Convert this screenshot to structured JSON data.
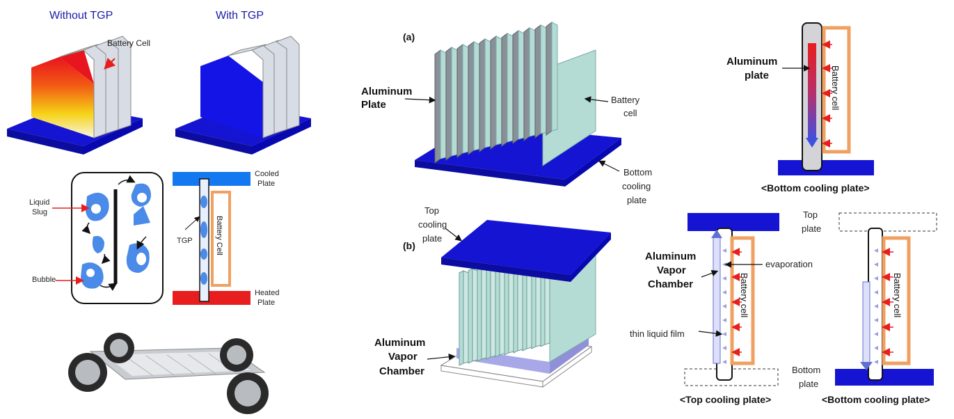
{
  "left_panel": {
    "title_without": "Without TGP",
    "title_with": "With TGP",
    "battery_cell_label": "Battery Cell",
    "cooled_plate_line1": "Cooled",
    "cooled_plate_line2": "Plate",
    "heated_plate_line1": "Heated",
    "heated_plate_line2": "Plate",
    "liquid_slug_line1": "Liquid",
    "liquid_slug_line2": "Slug",
    "bubble_label": "Bubble",
    "tgp_label": "TGP",
    "tgp_battery_cell": "Battery Cell"
  },
  "middle_panel": {
    "a_label": "(a)",
    "b_label": "(b)",
    "aluminum_plate_line1": "Aluminum",
    "aluminum_plate_line2": "Plate",
    "battery_cell_line1": "Battery",
    "battery_cell_line2": "cell",
    "bottom_cooling_line1": "Bottom",
    "bottom_cooling_line2": "cooling",
    "bottom_cooling_line3": "plate",
    "top_cooling_line1": "Top",
    "top_cooling_line2": "cooling",
    "top_cooling_line3": "plate",
    "vapor_line1": "Aluminum",
    "vapor_line2": "Vapor",
    "vapor_line3": "Chamber"
  },
  "right_panel": {
    "aluminum_plate_line1": "Aluminum",
    "aluminum_plate_line2": "plate",
    "battery_cell": "Battery cell",
    "bottom_caption_top": "<Bottom cooling plate>",
    "vapor_line1": "Aluminum",
    "vapor_line2": "Vapor",
    "vapor_line3": "Chamber",
    "evaporation": "evaporation",
    "thin_film": "thin liquid film",
    "battery_cell_2": "Battery cell",
    "battery_cell_3": "Battery cell",
    "top_plate_line1": "Top",
    "top_plate_line2": "plate",
    "bottom_plate_line1": "Bottom",
    "bottom_plate_line2": "plate",
    "caption_top_cooling": "<Top cooling plate>",
    "caption_bottom_cooling": "<Bottom cooling plate>"
  },
  "colors": {
    "plate_blue": "#1414d2",
    "hot_red": "#e8141e",
    "orange": "#f0a060",
    "cell_teal": "#a8d8d0",
    "fin_gray": "#8a9098"
  }
}
